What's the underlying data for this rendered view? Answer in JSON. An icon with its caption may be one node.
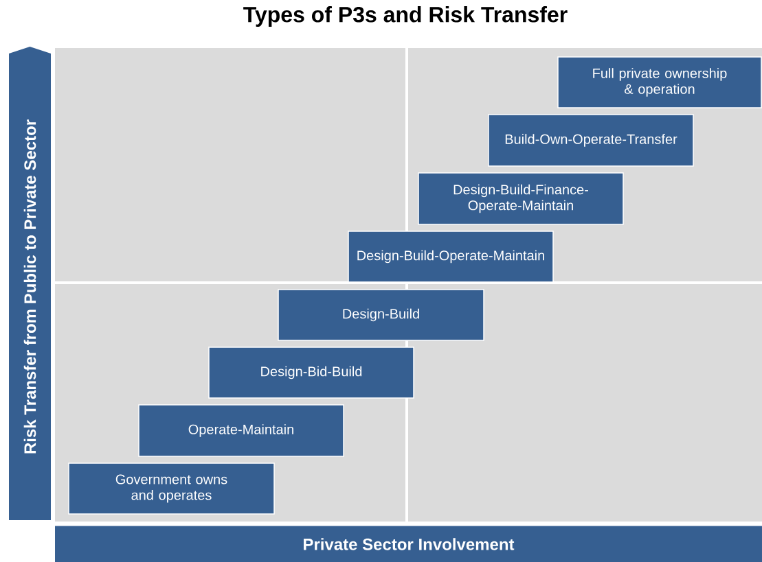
{
  "diagram": {
    "title": "Types of P3s and Risk Transfer",
    "nodes": [
      {
        "text": [
          "Full private ownership & operation"
        ]
      },
      {
        "text": [
          "Build-Own-Operate-Transfer"
        ]
      },
      {
        "text": [
          "Design-Build-Finance-Operate-Maintain"
        ]
      },
      {
        "text": [
          "Design-Build-Operate-Maintain"
        ]
      },
      {
        "text": [
          "Design-Build"
        ]
      },
      {
        "text": [
          "Design-Bid-Build"
        ]
      },
      {
        "text": [
          "Operate-Maintain"
        ]
      },
      {
        "text": [
          "Government owns and operates"
        ]
      },
      {
        "text": [
          "Risk Transfer from Public to Private Sector"
        ]
      },
      {
        "text": [
          "Private Sector Involvement"
        ]
      }
    ]
  }
}
